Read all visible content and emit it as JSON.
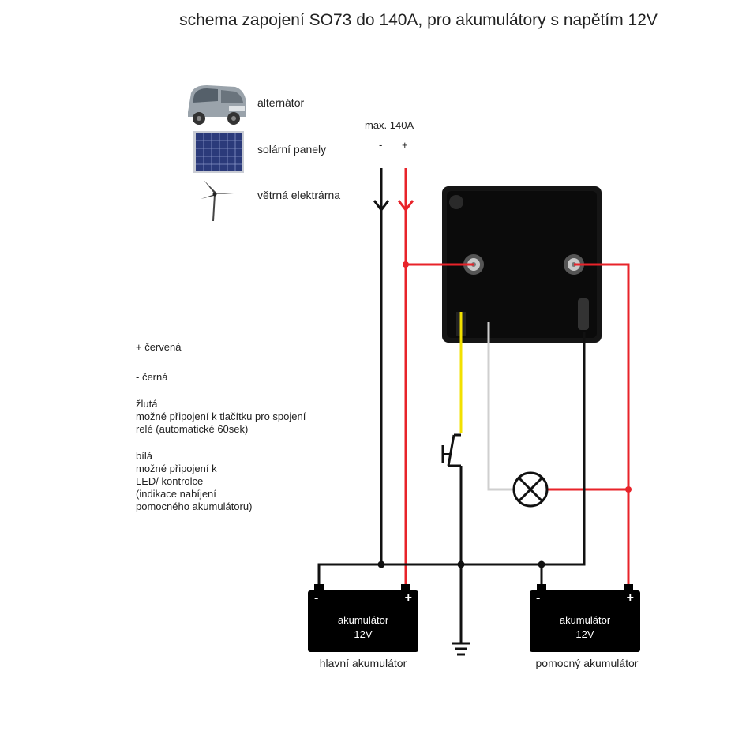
{
  "title": "schema zapojení SO73 do 140A, pro akumulátory s napětím 12V",
  "sources": [
    {
      "label": "alternátor",
      "icon": "car-icon"
    },
    {
      "label": "solární panely",
      "icon": "solar-panel-icon"
    },
    {
      "label": "větrná elektrárna",
      "icon": "wind-turbine-icon"
    }
  ],
  "input": {
    "max_label": "max. 140A",
    "minus": "-",
    "plus": "+"
  },
  "legend": {
    "red": "+ červená",
    "black": "- černá",
    "yellow_title": "žlutá",
    "yellow_desc1": "možné připojení k tlačítku pro spojení",
    "yellow_desc2": "relé (automatické 60sek)",
    "white_title": "bílá",
    "white_desc1": "možné připojení k",
    "white_desc2": "LED/ kontrolce",
    "white_desc3": "(indikace nabíjení",
    "white_desc4": "pomocného akumulátoru)"
  },
  "battery_main": {
    "line1": "akumulátor",
    "line2": "12V",
    "minus": "-",
    "plus": "+",
    "caption": "hlavní akumulátor"
  },
  "battery_aux": {
    "line1": "akumulátor",
    "line2": "12V",
    "minus": "-",
    "plus": "+",
    "caption": "pomocný akumulátor"
  },
  "colors": {
    "red": "#e8232a",
    "black": "#111111",
    "yellow": "#f2e000",
    "white_wire": "#cfcfcf"
  }
}
